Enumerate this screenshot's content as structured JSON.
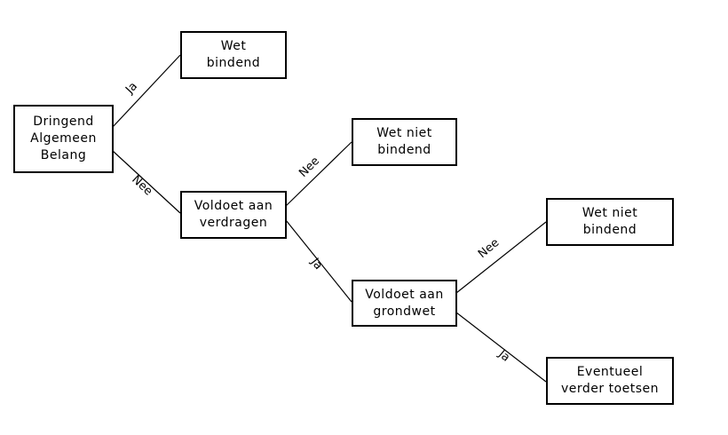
{
  "diagram": {
    "type": "decision-tree",
    "nodes": {
      "root": {
        "lines": [
          "Dringend",
          "Algemeen",
          "Belang"
        ]
      },
      "wet_bindend": {
        "lines": [
          "Wet",
          "bindend"
        ]
      },
      "voldoet_verdragen": {
        "lines": [
          "Voldoet aan",
          "verdragen"
        ]
      },
      "wet_niet_bindend_1": {
        "lines": [
          "Wet niet",
          "bindend"
        ]
      },
      "voldoet_grondwet": {
        "lines": [
          "Voldoet aan",
          "grondwet"
        ]
      },
      "wet_niet_bindend_2": {
        "lines": [
          "Wet niet",
          "bindend"
        ]
      },
      "eventueel_toetsen": {
        "lines": [
          "Eventueel",
          "verder toetsen"
        ]
      }
    },
    "edges": [
      {
        "from": "root",
        "to": "wet_bindend",
        "label": "Ja"
      },
      {
        "from": "root",
        "to": "voldoet_verdragen",
        "label": "Nee"
      },
      {
        "from": "voldoet_verdragen",
        "to": "wet_niet_bindend_1",
        "label": "Nee"
      },
      {
        "from": "voldoet_verdragen",
        "to": "voldoet_grondwet",
        "label": "Ja"
      },
      {
        "from": "voldoet_grondwet",
        "to": "wet_niet_bindend_2",
        "label": "Nee"
      },
      {
        "from": "voldoet_grondwet",
        "to": "eventueel_toetsen",
        "label": "Ja"
      }
    ]
  }
}
